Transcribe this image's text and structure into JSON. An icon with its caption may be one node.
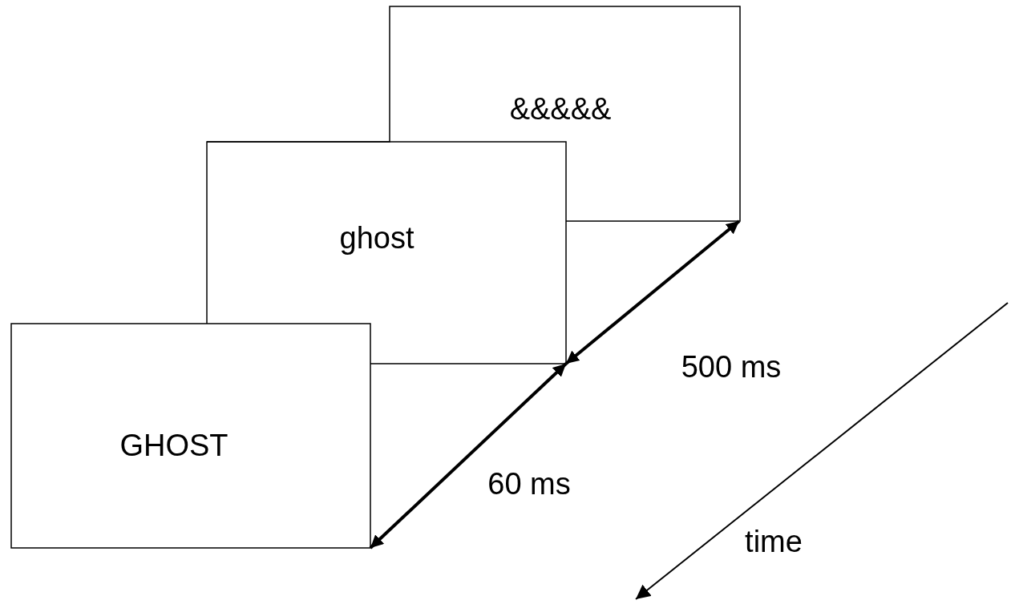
{
  "diagram": {
    "nodes": [
      {
        "text": [
          "&&&&&"
        ]
      },
      {
        "text": [
          "ghost"
        ]
      },
      {
        "text": [
          "GHOST"
        ]
      }
    ],
    "edges": [
      {
        "from": 0,
        "to": 1,
        "arrow": "both",
        "label": "500 ms"
      },
      {
        "from": 1,
        "to": 2,
        "arrow": "both",
        "label": "60 ms"
      }
    ],
    "labels": [
      "time"
    ]
  }
}
